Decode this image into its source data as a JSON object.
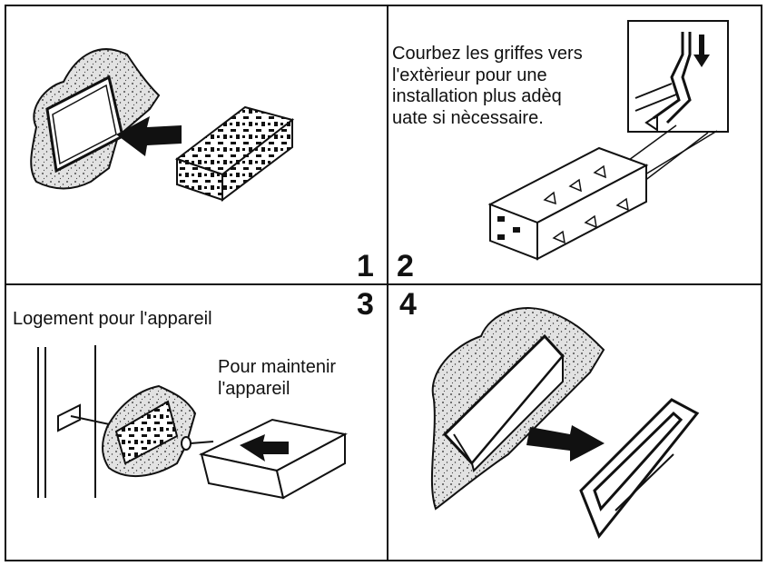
{
  "steps": [
    {
      "number": "1",
      "caption": ""
    },
    {
      "number": "2",
      "caption": "Courbez les griffes vers\nl'extèrieur pour une\ninstallation plus adèq\nuate si nècessaire."
    },
    {
      "number": "3",
      "caption": "Logement pour l'appareil",
      "secondary_caption": "Pour maintenir\nl'appareil"
    },
    {
      "number": "4",
      "caption": ""
    }
  ],
  "colors": {
    "ink": "#111111",
    "paper": "#ffffff",
    "stipple": "#dcdcdc"
  }
}
